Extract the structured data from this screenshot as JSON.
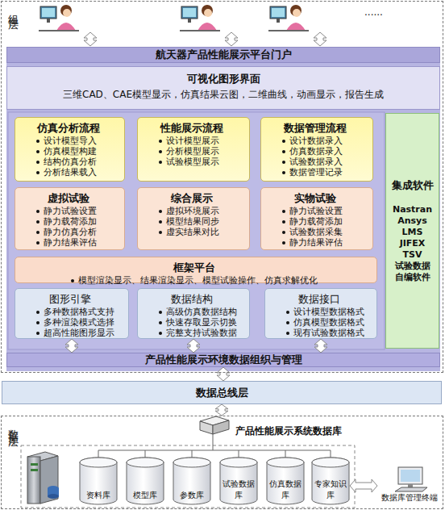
{
  "diagram": {
    "nodes": [
      {
        "text": [
          "组件层"
        ]
      },
      {
        "text": [
          "航天器产品性能展示平台门户"
        ],
        "in": 0
      },
      {
        "text": [
          "可视化图形界面",
          "三维CAD、CAE模型显示，仿真结果云图，二维曲线，动画显示，报告生成"
        ],
        "in": 0
      },
      {
        "text": [
          "仿真分析流程",
          "设计模型导入",
          "仿真模型构建",
          "结构仿真分析",
          "分析结果载入"
        ],
        "in": 0
      },
      {
        "text": [
          "性能展示流程",
          "设计模型展示",
          "分析模型展示",
          "试验模型展示"
        ],
        "in": 0
      },
      {
        "text": [
          "数据管理流程",
          "设计数据录入",
          "仿真数据录入",
          "试验数据录入",
          "数据管理记录"
        ],
        "in": 0
      },
      {
        "text": [
          "虚拟试验",
          "静力试验设置",
          "静力载荷添加",
          "静力仿真分析",
          "静力结果评估"
        ],
        "in": 0
      },
      {
        "text": [
          "综合展示",
          "虚拟环境展示",
          "模型结果同步",
          "虚实结果对比"
        ],
        "in": 0
      },
      {
        "text": [
          "实物试验",
          "静力试验设置",
          "静力载荷添加",
          "试验数据采集",
          "静力结果评估"
        ],
        "in": 0
      },
      {
        "text": [
          "框架平台",
          "模型渲染显示、结果渲染显示、模型试验操作、仿真求解优化"
        ],
        "in": 0
      },
      {
        "text": [
          "图形引擎",
          "多种数据格式支持",
          "多种渲染模式选择",
          "超高性能图形显示"
        ],
        "in": 0
      },
      {
        "text": [
          "数据结构",
          "高级仿真数据结构",
          "快速存取显示切换",
          "完整支持试验数据"
        ],
        "in": 0
      },
      {
        "text": [
          "数据接口",
          "设计模型数据格式",
          "仿真模型数据格式",
          "现有试验数据格式"
        ],
        "in": 0
      },
      {
        "text": [
          "集成软件",
          "Nastran",
          "Ansys",
          "LMS",
          "JIFEX",
          "TSV",
          "试验数据 自编软件"
        ],
        "in": 0
      },
      {
        "text": [
          "产品性能展示环境数据组织与管理"
        ],
        "in": 0
      },
      {
        "text": [
          "数据总线层"
        ]
      },
      {
        "text": [
          "数据库层"
        ]
      },
      {
        "text": [
          "资料库"
        ],
        "in": 16
      },
      {
        "text": [
          "模型库"
        ],
        "in": 16
      },
      {
        "text": [
          "参数库"
        ],
        "in": 16
      },
      {
        "text": [
          "试验数据库"
        ],
        "in": 16
      },
      {
        "text": [
          "仿真数据库"
        ],
        "in": 16
      },
      {
        "text": [
          "专家知识库"
        ],
        "in": 16
      },
      {
        "text": [
          "数据库管理终端"
        ],
        "in": 16
      }
    ],
    "edges": [
      {
        "from": 10,
        "to": 14,
        "arrow": "both"
      },
      {
        "from": 11,
        "to": 14,
        "arrow": "both"
      },
      {
        "from": 12,
        "to": 14,
        "arrow": "both"
      },
      {
        "from": 14,
        "to": 15,
        "arrow": "both"
      },
      {
        "from": 15,
        "to": 16,
        "arrow": "both"
      },
      {
        "from": 22,
        "to": 23,
        "arrow": "both"
      }
    ],
    "labels": [
      "......",
      "产品性能展示系统数据库"
    ]
  }
}
